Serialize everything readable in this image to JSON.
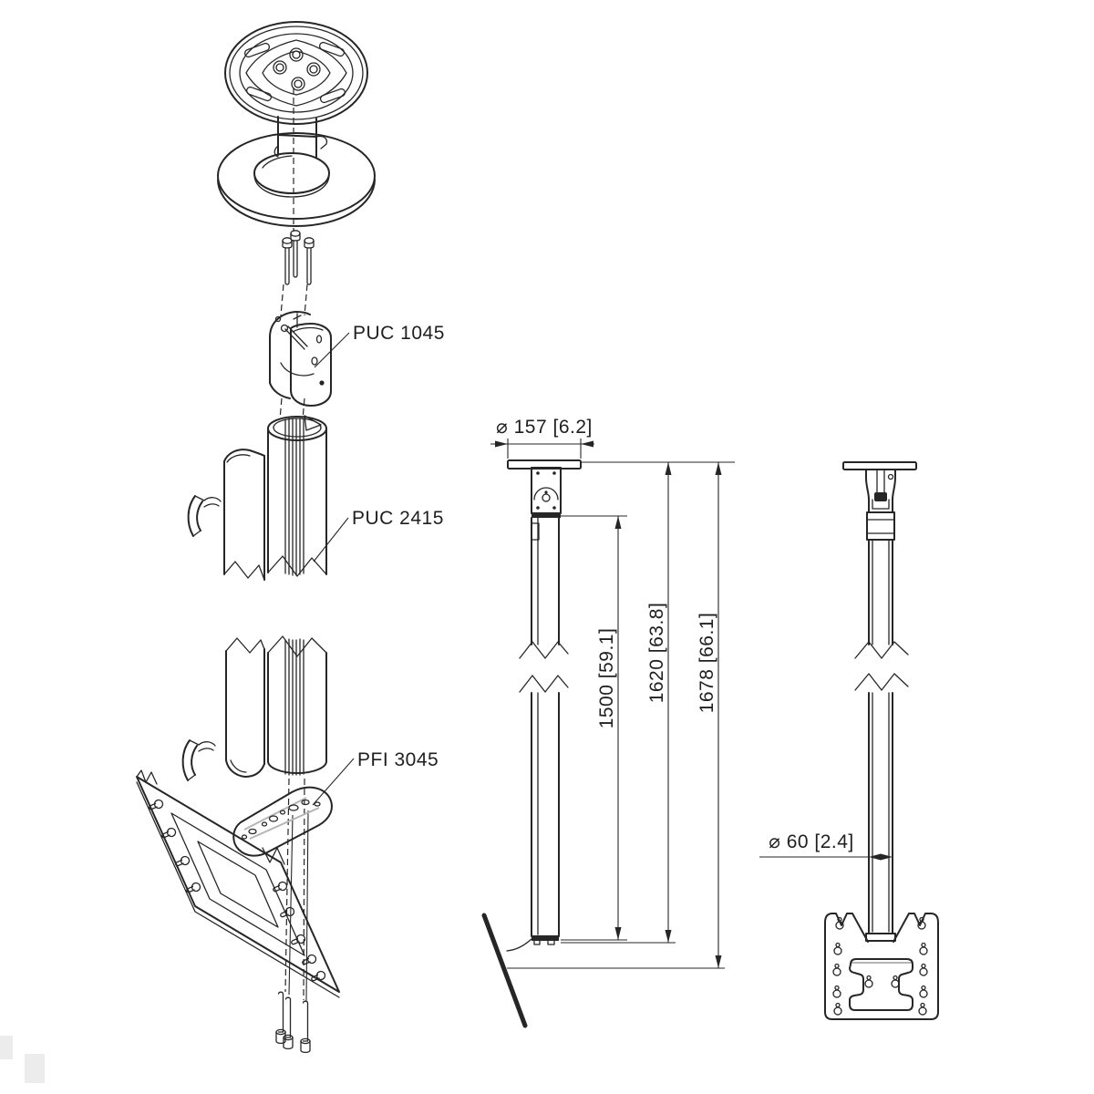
{
  "canvas": {
    "background": "#ffffff",
    "line_color": "#262626",
    "shade_color": "#b5b5b5"
  },
  "exploded_view": {
    "part_labels": [
      {
        "id": "coupler",
        "text": "PUC 1045"
      },
      {
        "id": "pole",
        "text": "PUC 2415"
      },
      {
        "id": "adapter",
        "text": "PFI 3045"
      }
    ]
  },
  "side_view": {
    "dimensions": {
      "top_diameter": "⌀ 157 [6.2]",
      "pole_length": "1500 [59.1]",
      "mount_length": "1620 [63.8]",
      "overall_length": "1678 [66.1]"
    }
  },
  "front_view": {
    "dimensions": {
      "pole_diameter": "⌀ 60 [2.4]"
    }
  }
}
